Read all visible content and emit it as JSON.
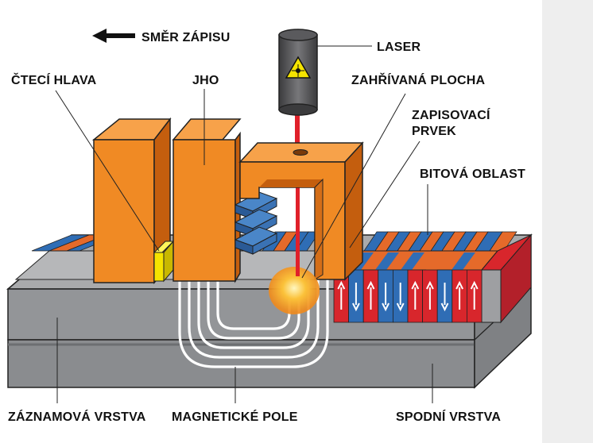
{
  "labels": {
    "write_direction": "SMĚR ZÁPISU",
    "laser": "LASER",
    "read_head": "ČTECÍ HLAVA",
    "yoke": "JHO",
    "heated_area": "ZAHŘÍVANÁ PLOCHA",
    "write_element_line1": "ZAPISOVACÍ",
    "write_element_line2": "PRVEK",
    "bit_area": "BITOVÁ OBLAST",
    "recording_layer": "ZÁZNAMOVÁ VRSTVA",
    "magnetic_field": "MAGNETICKÉ POLE",
    "bottom_layer": "SPODNÍ VRSTVA"
  },
  "bit_arrows": [
    "up",
    "down",
    "up",
    "down",
    "down",
    "up",
    "up",
    "down",
    "up",
    "up"
  ],
  "colors": {
    "orange": "#f08a24",
    "orange_dark": "#c45e0e",
    "orange_light": "#f7a24a",
    "bit_red": "#d8262c",
    "bit_blue": "#2f6db5",
    "bit_orange": "#e56a2a",
    "yellow": "#f5e400",
    "disk_top": "#a9aaac",
    "disk_front": "#939598",
    "laser_beam": "#e0202a",
    "heat_glow": "#f7a51e",
    "panel": "#eeeeee"
  },
  "icons": {
    "laser_warning": "laser-warning-icon",
    "direction_arrow": "arrow-left-icon"
  }
}
